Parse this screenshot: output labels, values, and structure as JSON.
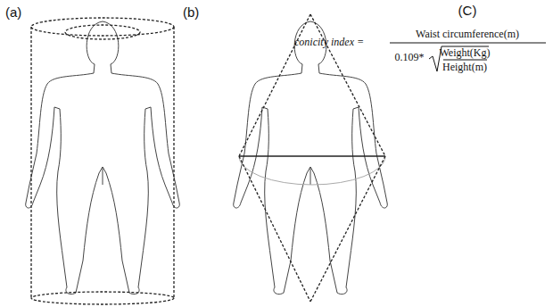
{
  "diagram": {
    "labels": [
      "(a)",
      "(b)",
      "(C)",
      "conicity index =",
      "Waist circumference(m)",
      "0.109*",
      "Weight(Kg)",
      "Height(m)"
    ]
  }
}
